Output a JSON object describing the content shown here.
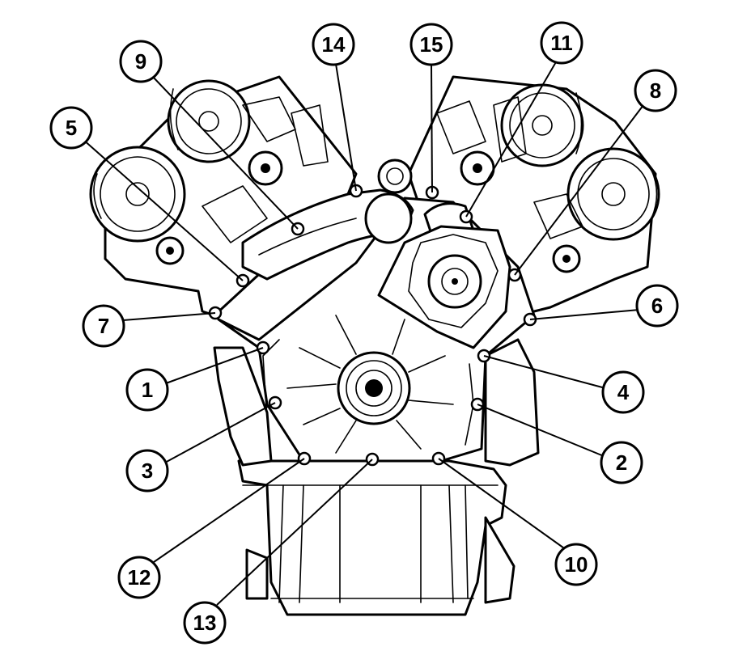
{
  "diagram": {
    "callouts": [
      {
        "id": "c1",
        "label": "1"
      },
      {
        "id": "c2",
        "label": "2"
      },
      {
        "id": "c3",
        "label": "3"
      },
      {
        "id": "c4",
        "label": "4"
      },
      {
        "id": "c5",
        "label": "5"
      },
      {
        "id": "c6",
        "label": "6"
      },
      {
        "id": "c7",
        "label": "7"
      },
      {
        "id": "c8",
        "label": "8"
      },
      {
        "id": "c9",
        "label": "9"
      },
      {
        "id": "c10",
        "label": "10"
      },
      {
        "id": "c11",
        "label": "11"
      },
      {
        "id": "c12",
        "label": "12"
      },
      {
        "id": "c13",
        "label": "13"
      },
      {
        "id": "c14",
        "label": "14"
      },
      {
        "id": "c15",
        "label": "15"
      }
    ]
  }
}
